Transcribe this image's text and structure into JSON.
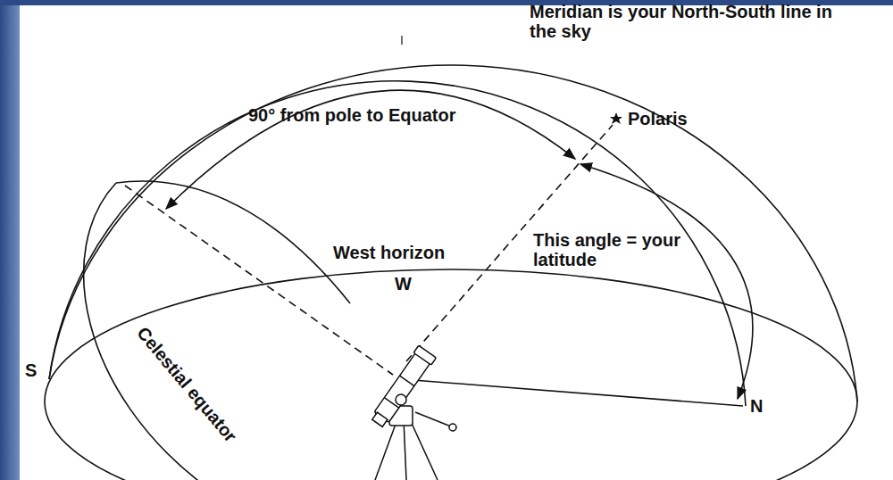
{
  "diagram": {
    "labels": [
      "Meridian is your North-South line in the sky",
      "Polaris",
      "90° from pole to Equator",
      "This angle = your latitude",
      "West horizon",
      "W",
      "S",
      "Celestial equator",
      "N"
    ]
  }
}
